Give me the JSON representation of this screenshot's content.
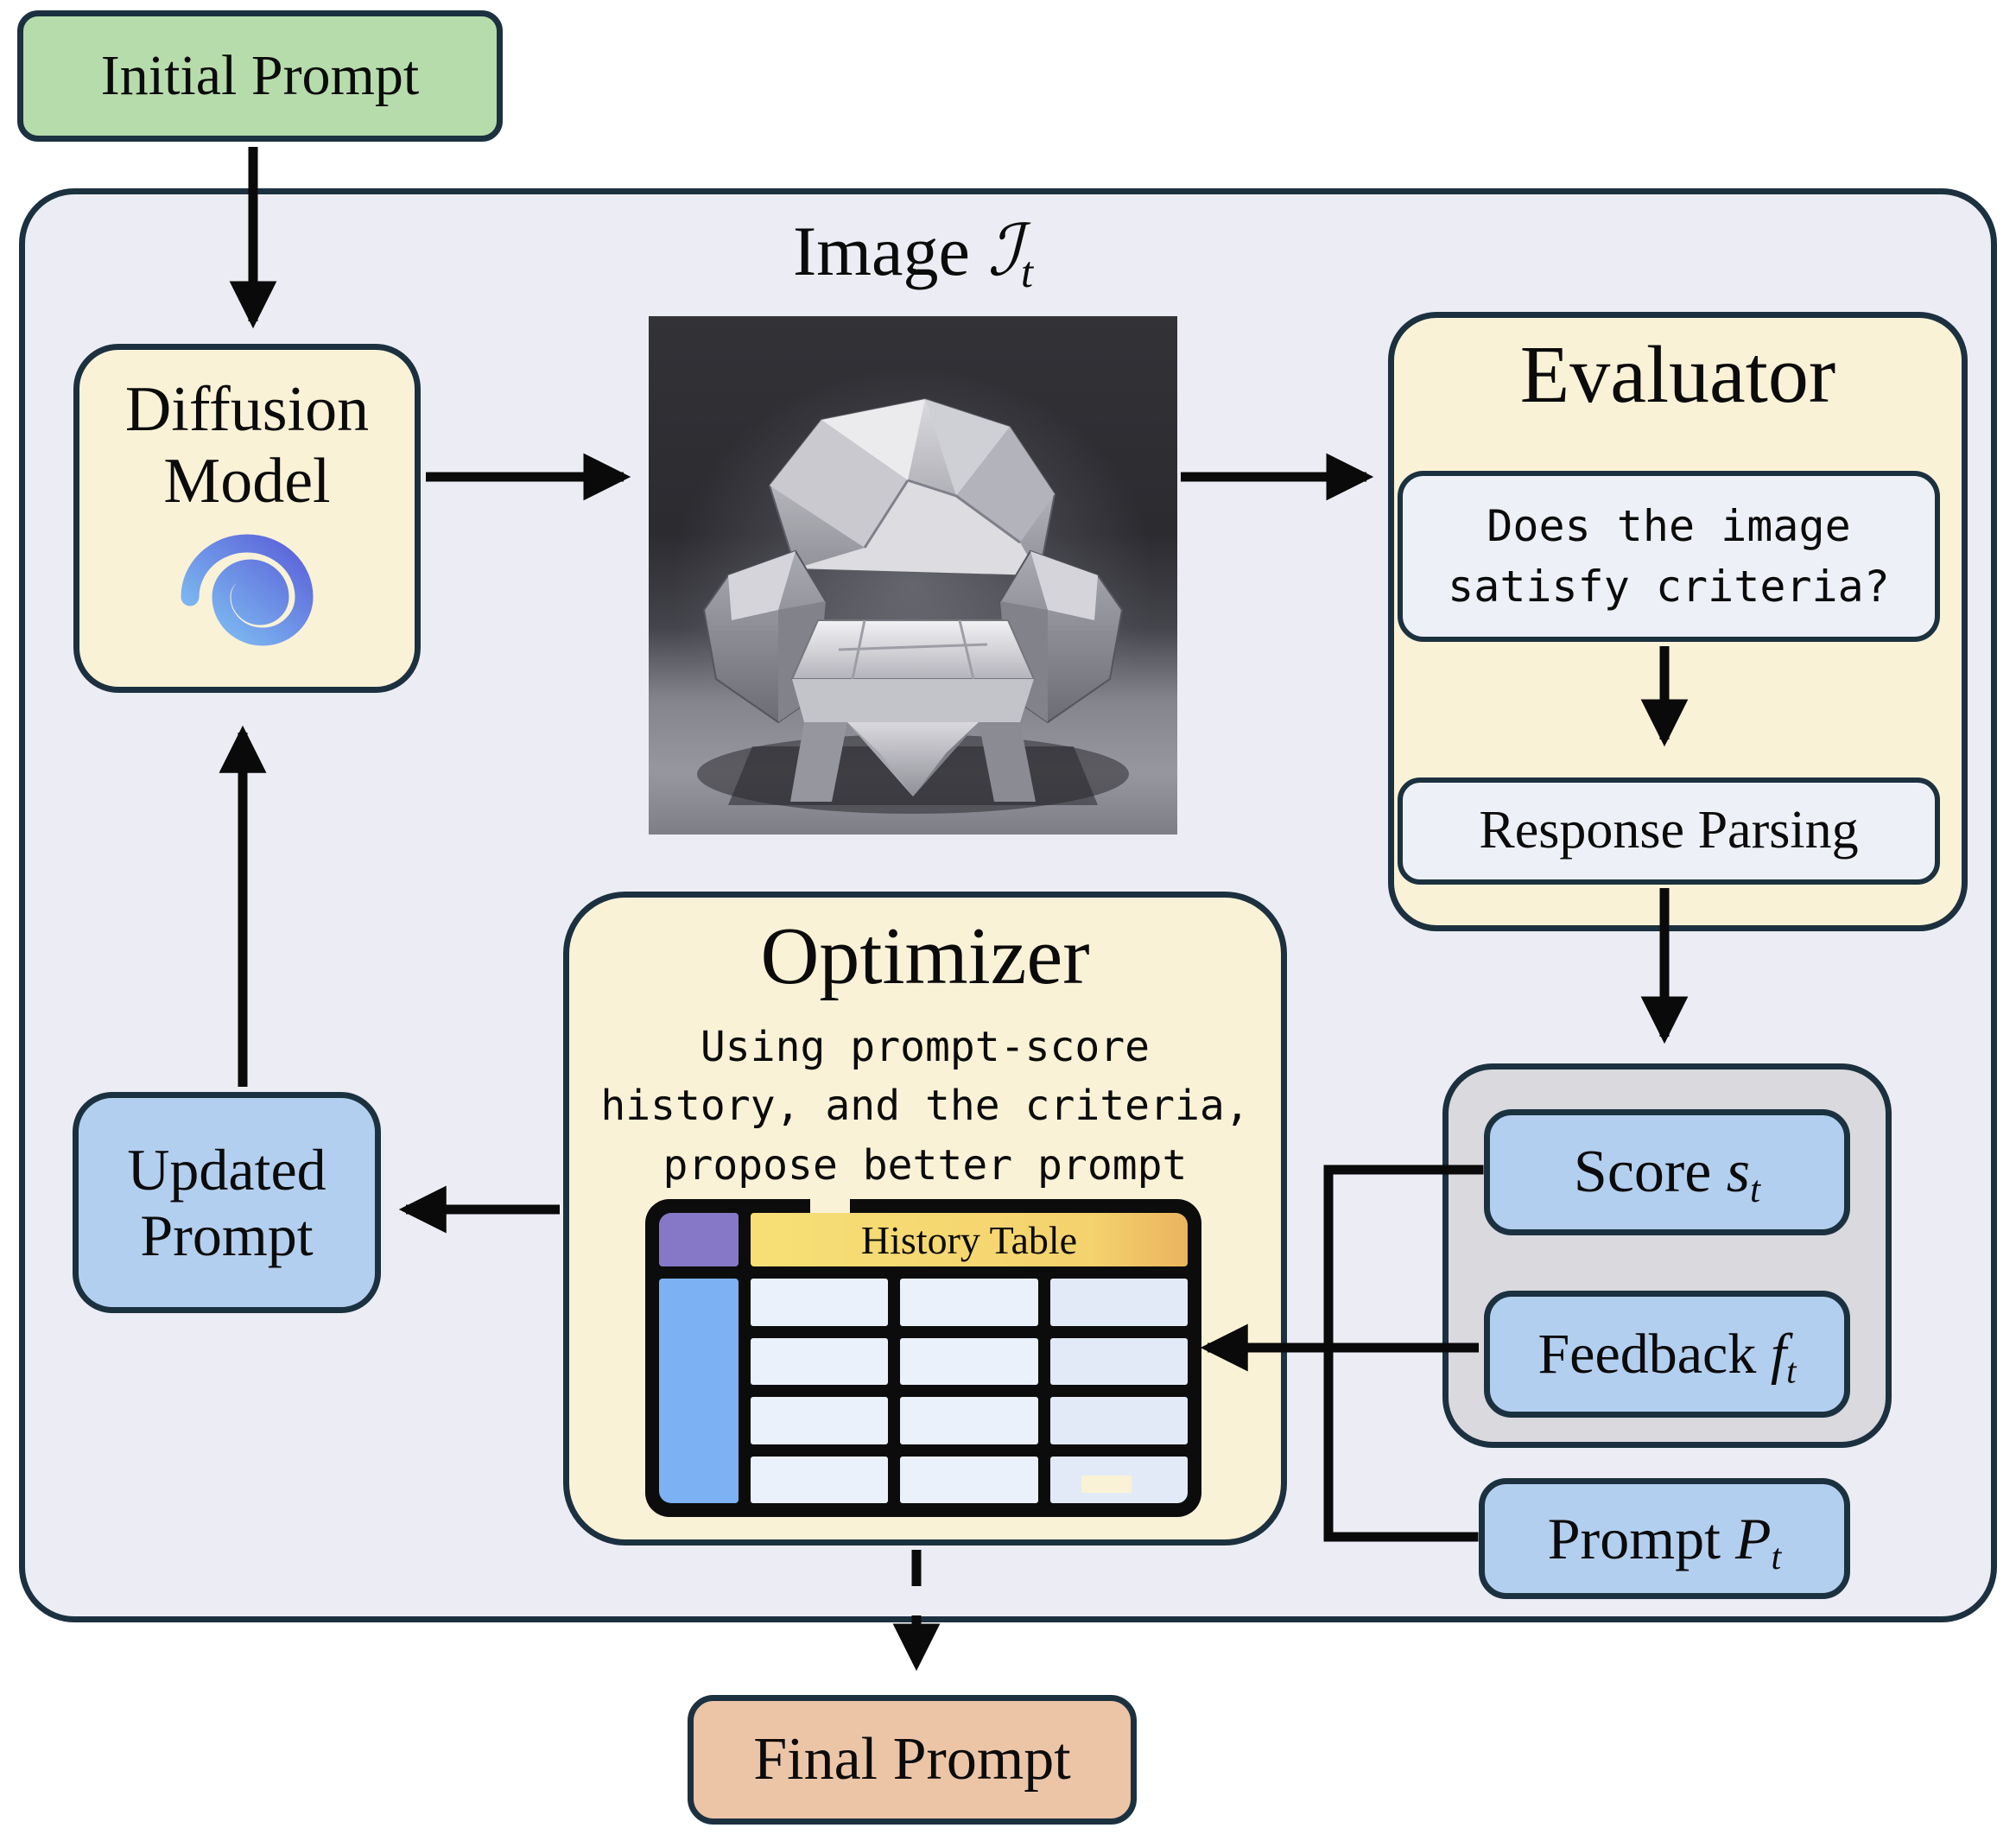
{
  "diagram": {
    "title_implicit": "Prompt optimization loop",
    "nodes": {
      "initial_prompt": {
        "label": "Initial Prompt"
      },
      "diffusion_model": {
        "line1": "Diffusion",
        "line2": "Model"
      },
      "image_label": {
        "prefix": "Image ",
        "symbol": "ℐ",
        "subscript": "t"
      },
      "evaluator": {
        "title": "Evaluator",
        "question_line1": "Does the image",
        "question_line2": "satisfy criteria?",
        "parsing": "Response Parsing"
      },
      "optimizer": {
        "title": "Optimizer",
        "desc1": "Using prompt-score",
        "desc2": "history, and the criteria,",
        "desc3": "propose better prompt",
        "history_table_label": "History Table"
      },
      "score": {
        "label": "Score ",
        "symbol": "s",
        "subscript": "t"
      },
      "feedback": {
        "label": "Feedback ",
        "symbol": "f",
        "subscript": "t"
      },
      "prompt": {
        "label": "Prompt ",
        "symbol": "P",
        "subscript": "t"
      },
      "updated_prompt": {
        "line1": "Updated",
        "line2": "Prompt"
      },
      "final_prompt": {
        "label": "Final Prompt"
      }
    },
    "icons": {
      "diffusion_icon": "spiral-icon",
      "optimizer_icon": "history-table-icon",
      "image_content": "metallic crumpled faceted armchair on dark studio background"
    },
    "colors": {
      "outline": "#1c3140",
      "outer_fill": "#ecedf4",
      "cream": "#faf2d7",
      "green": "#b7dcab",
      "blue": "#b3cfef",
      "gray_group": "#d9d9de",
      "inner_light": "#eef0f7",
      "peach": "#ecc5a7",
      "table_purple": "#8678c6",
      "table_yellow": "#f7df76",
      "table_blue": "#7cb1f3",
      "table_cell": "#ebf1fb",
      "spiral_gradient_start": "#82c7f5",
      "spiral_gradient_end": "#5a5fd8",
      "arrow": "#0a0a0a"
    }
  }
}
